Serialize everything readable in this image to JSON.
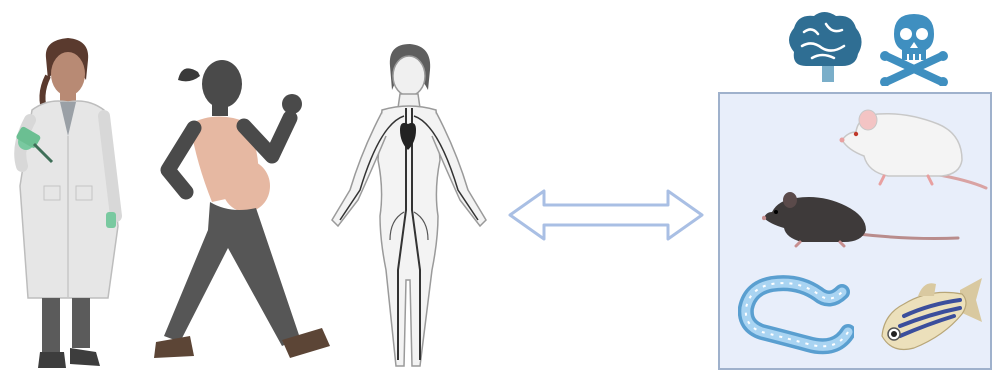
{
  "diagram": {
    "humans": [
      {
        "id": "scientist",
        "icon": "scientist-icon"
      },
      {
        "id": "pregnant-woman-walking",
        "icon": "pregnant-woman-walking-icon"
      },
      {
        "id": "circulatory-system",
        "icon": "female-circulatory-system-icon"
      }
    ],
    "connector": {
      "icon": "double-headed-arrow-icon",
      "color": "#a9bfe4"
    },
    "panel_icons": [
      {
        "id": "brain",
        "icon": "brain-icon",
        "color": "#2f6e93"
      },
      {
        "id": "toxicity",
        "icon": "skull-crossbones-icon",
        "color": "#3f8fc0"
      }
    ],
    "animal_models": [
      {
        "id": "rat",
        "icon": "white-rat-icon"
      },
      {
        "id": "mouse",
        "icon": "black-mouse-icon"
      },
      {
        "id": "worm",
        "icon": "nematode-worm-icon"
      },
      {
        "id": "zebrafish",
        "icon": "zebrafish-icon"
      }
    ],
    "colors": {
      "panel_fill": "#e8eefa",
      "panel_border": "#9fb1cc"
    }
  }
}
